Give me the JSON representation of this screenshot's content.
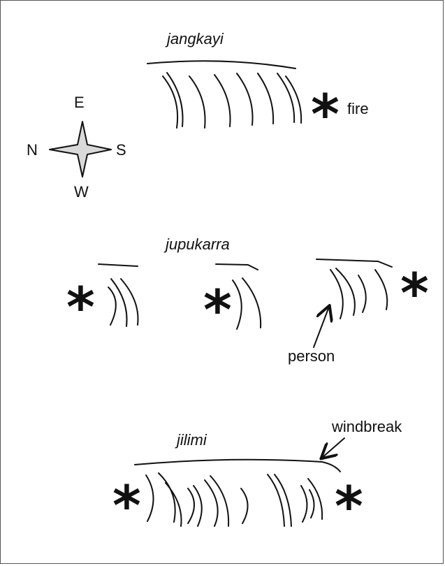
{
  "compass": {
    "north": "N",
    "east": "E",
    "south": "S",
    "west": "W"
  },
  "camps": [
    {
      "name": "jangkayi"
    },
    {
      "name": "jupukarra"
    },
    {
      "name": "jilimi"
    }
  ],
  "labels": {
    "fire": "fire",
    "person": "person",
    "windbreak": "windbreak"
  },
  "symbols": {
    "fire_marker": "*"
  }
}
